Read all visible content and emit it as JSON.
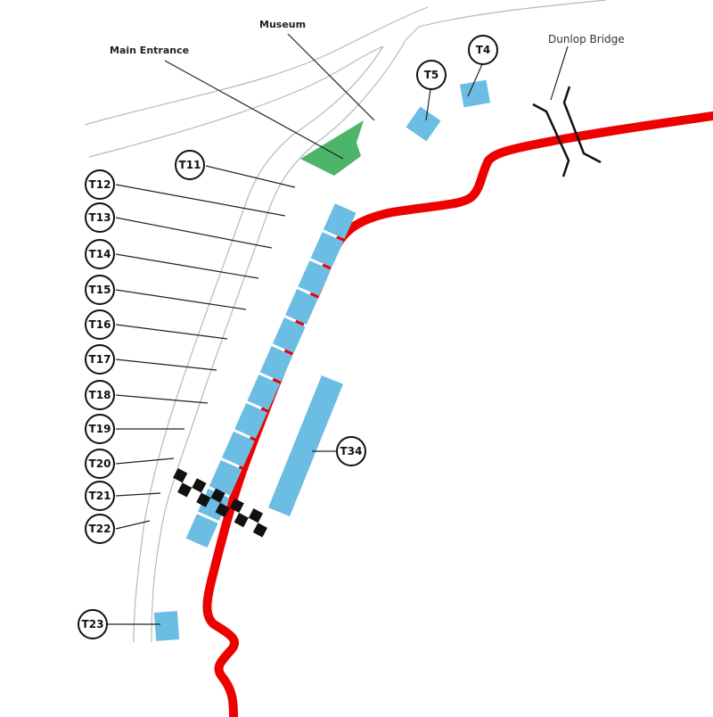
{
  "map": {
    "title": "Circuit grandstand map",
    "colors": {
      "track": "#ee0000",
      "grandstand": "#6cbde3",
      "museum": "#4cb56a",
      "road": "#b8b8b8",
      "checker": "#111111"
    },
    "places": {
      "main_entrance": "Main Entrance",
      "museum": "Museum",
      "dunlop_bridge": "Dunlop Bridge"
    },
    "grandstands": [
      {
        "id": "T4",
        "label": "T4"
      },
      {
        "id": "T5",
        "label": "T5"
      },
      {
        "id": "T11",
        "label": "T11"
      },
      {
        "id": "T12",
        "label": "T12"
      },
      {
        "id": "T13",
        "label": "T13"
      },
      {
        "id": "T14",
        "label": "T14"
      },
      {
        "id": "T15",
        "label": "T15"
      },
      {
        "id": "T16",
        "label": "T16"
      },
      {
        "id": "T17",
        "label": "T17"
      },
      {
        "id": "T18",
        "label": "T18"
      },
      {
        "id": "T19",
        "label": "T19"
      },
      {
        "id": "T20",
        "label": "T20"
      },
      {
        "id": "T21",
        "label": "T21"
      },
      {
        "id": "T22",
        "label": "T22"
      },
      {
        "id": "T23",
        "label": "T23"
      },
      {
        "id": "T34",
        "label": "T34"
      }
    ]
  }
}
